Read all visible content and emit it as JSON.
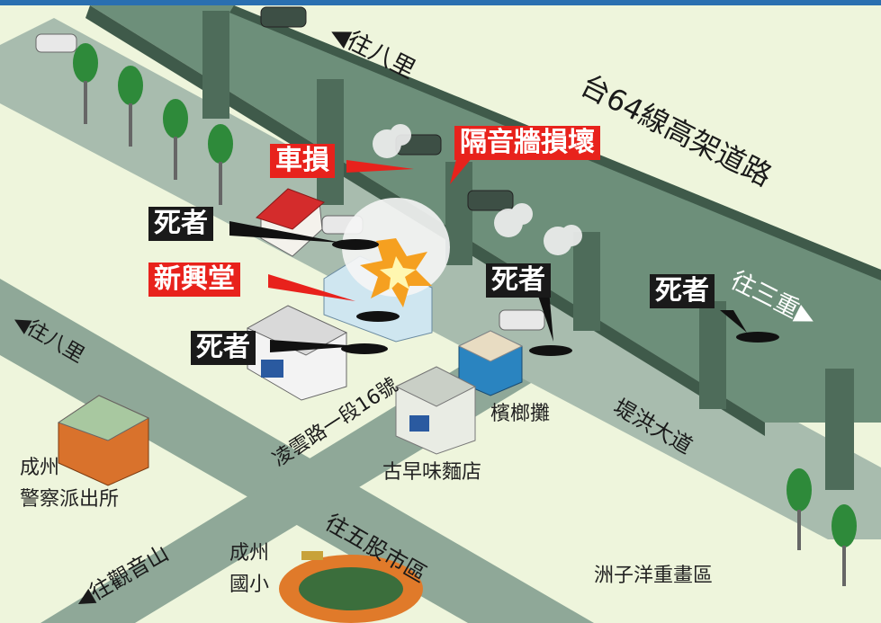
{
  "colors": {
    "ground": "#eef5dc",
    "road": "#7f9a86",
    "road_light": "#a8bcae",
    "highway": "#5f7f6c",
    "highway_deck": "#4e6c5a",
    "red_tag": "#e8221c",
    "black_tag": "#1a1a1a",
    "tree": "#2e8a3a"
  },
  "labels": {
    "highway_name": "台64線高架道路",
    "to_bali_top": "◀往八里",
    "to_sanchong": "往三重▶",
    "to_bali_left": "◀往八里",
    "lingyun_road": "凌雲路一段16號",
    "to_guanyinshan": "◀往觀音山",
    "to_wugu": "往五股市區",
    "flood_road": "堤洪大道",
    "police_line1": "成州",
    "police_line2": "警察派出所",
    "school_line1": "成州",
    "school_line2": "國小",
    "noodle_shop": "古早味麵店",
    "betel_stand": "檳榔攤",
    "zone": "洲子洋重畫區"
  },
  "tags": {
    "car_damage": "車損",
    "soundwall": "隔音牆損壞",
    "xinxing": "新興堂",
    "dead1": "死者",
    "dead2": "死者",
    "dead3": "死者",
    "dead4": "死者"
  }
}
